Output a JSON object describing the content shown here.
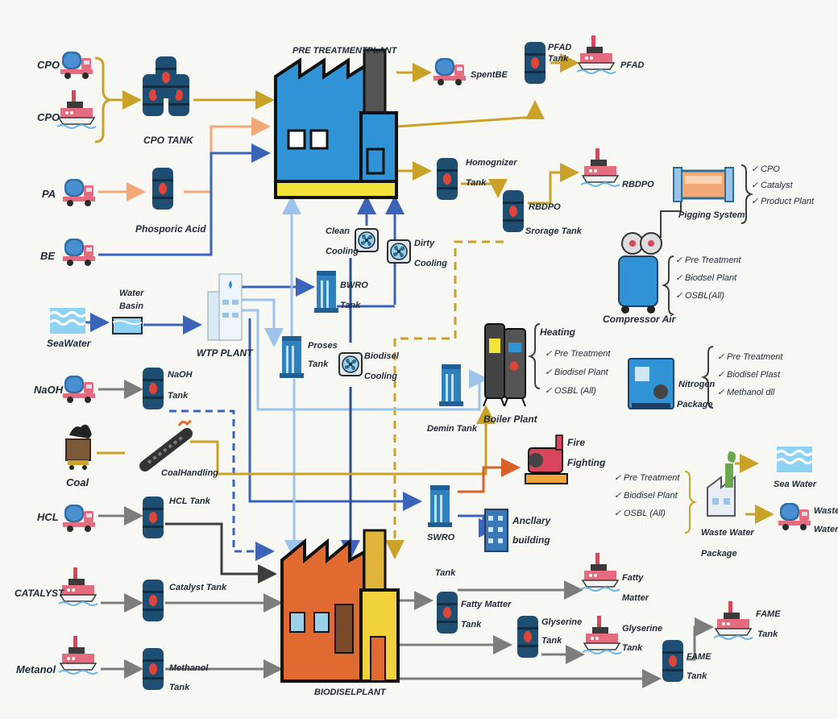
{
  "colors": {
    "gold": "#c9a227",
    "peach": "#f3a878",
    "blue": "#3b63b8",
    "lightblue": "#9cc3ea",
    "grey": "#7d7d7d",
    "dark": "#3e3e3e",
    "orange": "#d9622b",
    "tank": "#1e4f73",
    "truck_pink": "#e56b7f",
    "plant_blue": "#2f93d6",
    "plant_orange": "#e06a2f"
  },
  "nodes": {
    "cpo1": "CPO",
    "cpo2": "CPO",
    "cpo_tank": "CPO TANK",
    "pa": "PA",
    "phosporic": "Phosporic Acid",
    "be": "BE",
    "pretreat": "PRE TREATMENTPLANT",
    "spent_be": "SpentBE",
    "pfad": "PFAD",
    "pfad_tank_1": "PFAD",
    "pfad_tank_2": "Tank",
    "homog_1": "Homognizer",
    "homog_2": "Tank",
    "rbdpo": "RBDPO",
    "rbdpo_tank_1": "RBDPO",
    "rbdpo_tank_2": "Srorage Tank",
    "clean_1": "Clean",
    "clean_2": "Cooling",
    "dirty_1": "Dirty",
    "dirty_2": "Cooling",
    "bwro_1": "BWRO",
    "bwro_2": "Tank",
    "process_1": "Proses",
    "process_2": "Tank",
    "bio_cool_1": "Biodisel",
    "bio_cool_2": "Cooling",
    "water_basin_1": "Water",
    "water_basin_2": "Basin",
    "seawater": "SeaWater",
    "wtp": "WTP PLANT",
    "naoh": "NaOH",
    "naoh_tank_1": "NaOH",
    "naoh_tank_2": "Tank",
    "coal": "Coal",
    "coal_handling": "CoalHandling",
    "hcl": "HCL",
    "hcl_tank": "HCL Tank",
    "catalyst": "CATALYST",
    "catalyst_tank": "Catalyst Tank",
    "methanol": "Metanol",
    "methanol_tank_1": "Methanol",
    "methanol_tank_2": "Tank",
    "demin": "Demin Tank",
    "boiler": "Boiler Plant",
    "fire_1": "Fire",
    "fire_2": "Fighting",
    "swro_1": "SWRO",
    "swro_2": "Tank",
    "ancillary_1": "Ancllary",
    "ancillary_2": "building",
    "biodiesel": "BIODISELPLANT",
    "fatty_tank_1": "Fatty Matter",
    "fatty_tank_2": "Tank",
    "fatty_1": "Fatty",
    "fatty_2": "Matter",
    "gly_tank_1": "Glyserine",
    "gly_tank_2": "Tank",
    "gly_1": "Glyserine",
    "gly_2": "Tank",
    "fame_tank_1": "FAME",
    "fame_tank_2": "Tank",
    "fame_1": "FAME",
    "fame_2": "Tank",
    "pigging": "Pigging System",
    "compressor": "Compressor Air",
    "nitrogen_1": "Nitrogen",
    "nitrogen_2": "Package",
    "wwp_1": "Waste Water",
    "wwp_2": "Package",
    "sea_water_out": "Sea Water",
    "waste_water_1": "Waste",
    "waste_water_2": "Water"
  },
  "lists": {
    "pigging": [
      "CPO",
      "Catalyst",
      "Product Plant"
    ],
    "compressor": [
      "Pre Treatment",
      "Biodsel Plant",
      "OSBL(All)"
    ],
    "heating_title": "Heating",
    "heating": [
      "Pre Treatment",
      "Biodisel Plant",
      "OSBL (All)"
    ],
    "nitrogen": [
      "Pre Treatment",
      "Biodisel Plast",
      "Methanol dll"
    ],
    "wastewater": [
      "Pre Treatment",
      "Biodisel Plant",
      "OSBL (All)"
    ]
  }
}
